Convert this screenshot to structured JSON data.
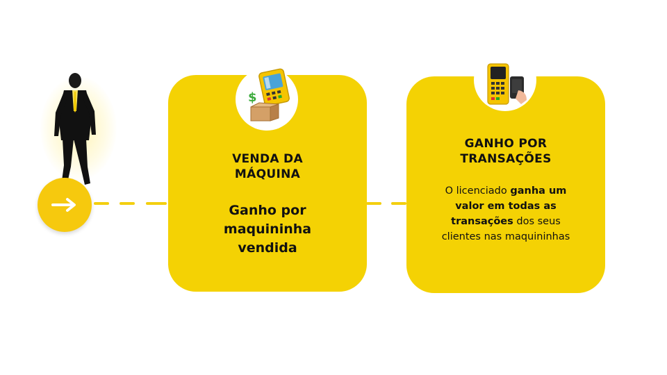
{
  "colors": {
    "accent": "#f4d204",
    "circle": "#f6c90e",
    "text": "#111111"
  },
  "start": {
    "icon": "arrow-right-icon",
    "figure": "businessman-walking-icon"
  },
  "cards": [
    {
      "icon": "pos-terminal-box-money-icon",
      "title_line1": "VENDA DA",
      "title_line2": "MÁQUINA",
      "subtitle_line1": "Ganho por",
      "subtitle_line2": "maquininha",
      "subtitle_line3": "vendida"
    },
    {
      "icon": "card-machine-payment-icon",
      "title_line1": "GANHO POR",
      "title_line2": "TRANSAÇÕES",
      "desc": {
        "l1a": "O licenciado ",
        "l1b": "ganha um",
        "l2": "valor em todas as",
        "l3a": "transações",
        "l3b": " dos seus",
        "l4": "clientes nas maquininhas"
      }
    }
  ]
}
